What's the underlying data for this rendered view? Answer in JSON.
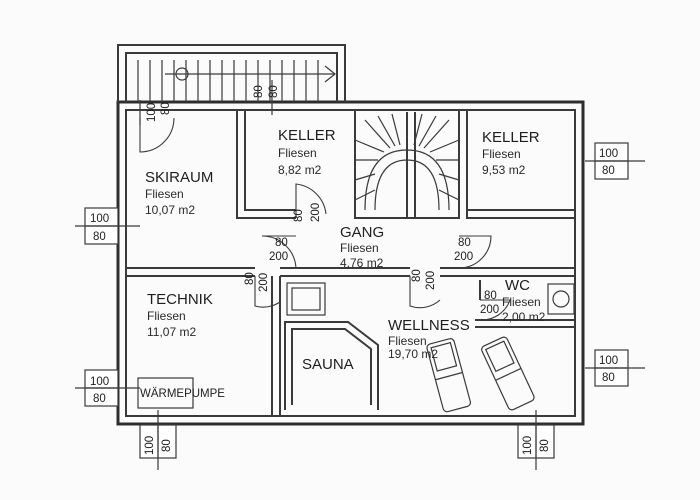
{
  "rooms": [
    {
      "name": "KELLER",
      "floor": "Fliesen",
      "area": "8,82 m2"
    },
    {
      "name": "KELLER",
      "floor": "Fliesen",
      "area": "9,53 m2"
    },
    {
      "name": "SKIRAUM",
      "floor": "Fliesen",
      "area": "10,07 m2"
    },
    {
      "name": "GANG",
      "floor": "Fliesen",
      "area": "4,76 m2"
    },
    {
      "name": "TECHNIK",
      "floor": "Fliesen",
      "area": "11,07 m2"
    },
    {
      "name": "WC",
      "floor": "Fliesen",
      "area": "2,00 m2"
    },
    {
      "name": "WELLNESS",
      "floor": "Fliesen",
      "area": "19,70 m2"
    }
  ],
  "fixtures": {
    "sauna": "SAUNA",
    "heat_pump": "WÄRMEPUMPE"
  },
  "dimensions": {
    "stair_opening": [
      "80",
      "80"
    ],
    "skiraum_door": [
      "100",
      "80"
    ],
    "skiraum_window": [
      "100",
      "80"
    ],
    "keller_right_window": [
      "100",
      "80"
    ],
    "keller_left_door": [
      "80",
      "200"
    ],
    "gang_left_door": [
      "80",
      "200"
    ],
    "gang_right_door": [
      "80",
      "200"
    ],
    "technik_door": [
      "80",
      "200"
    ],
    "wellness_door": [
      "80",
      "200"
    ],
    "wc_door": [
      "80",
      "200"
    ],
    "technik_window": [
      "100",
      "80"
    ],
    "wellness_window": [
      "100",
      "80"
    ],
    "bottom_left_window": [
      "100",
      "80"
    ],
    "bottom_right_window": [
      "100",
      "80"
    ]
  }
}
